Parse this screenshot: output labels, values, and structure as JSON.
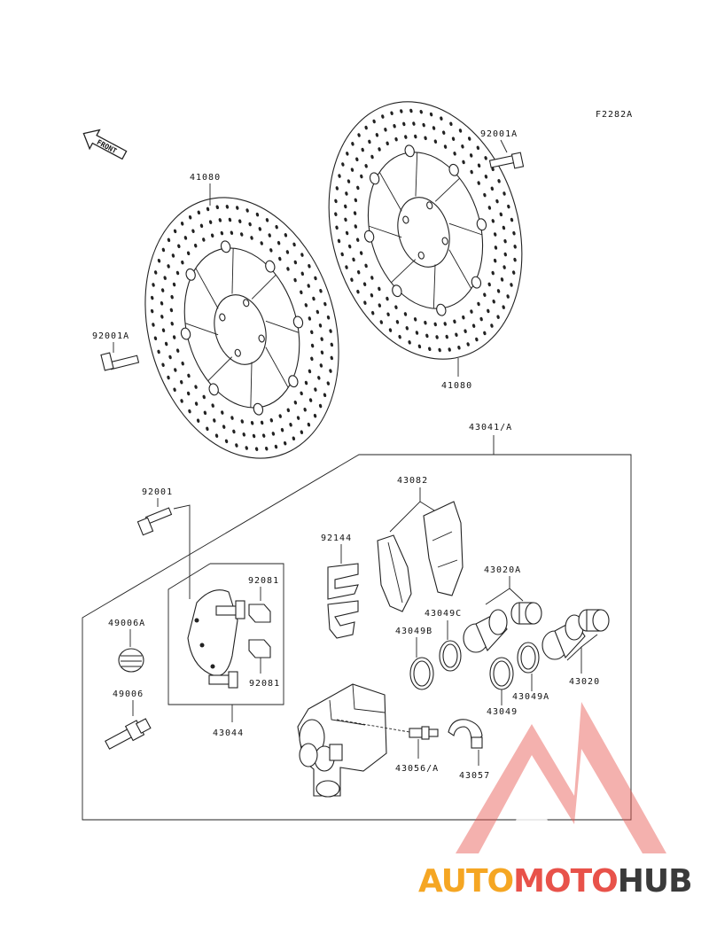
{
  "diagram_code": "F2282A",
  "front_label": "FRONT",
  "labels": {
    "disc_left": "41080",
    "disc_right": "41080",
    "bolt_top": "92001A",
    "bolt_left": "92001A",
    "caliper_assy": "43041/A",
    "bolt_caliper": "92001",
    "pads": "43082",
    "pad_spring": "92144",
    "bracket_pad_top": "92081",
    "bracket_pad_bottom": "92081",
    "bracket": "43044",
    "boot_a": "49006A",
    "pin": "49006",
    "piston_top": "43020A",
    "piston_bottom": "43020",
    "seal_c": "43049C",
    "seal_b": "43049B",
    "seal_a": "43049A",
    "seal": "43049",
    "bleeder": "43056/A",
    "cap": "43057"
  },
  "watermark": {
    "part1": "AUTO",
    "part2": "MOTO",
    "part3": "HUB",
    "color_orange": "#f5a623",
    "color_red": "#e8524a",
    "color_dark": "#3a3a3a"
  }
}
